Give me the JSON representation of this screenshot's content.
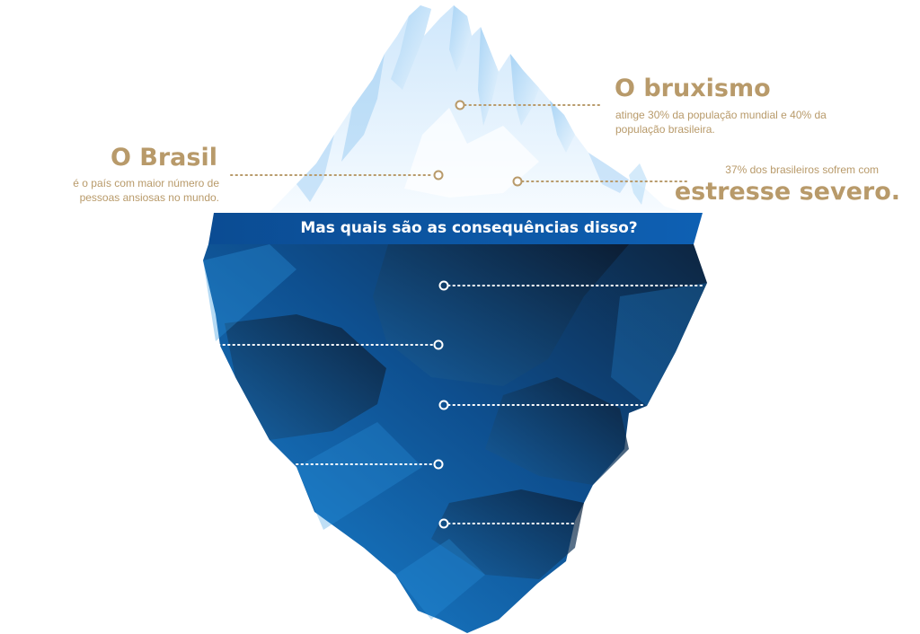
{
  "top_facts": {
    "brasil": {
      "title": "O Brasil",
      "description": "é o país com maior número de pessoas ansiosas no mundo."
    },
    "bruxismo": {
      "title": "O bruxismo",
      "description": "atinge 30% da população mundial e 40% da população brasileira."
    },
    "estresse": {
      "intro": "37% dos brasileiros sofrem com",
      "title": "estresse severo."
    }
  },
  "waterline": {
    "question": "Mas quais são as consequências disso?"
  },
  "colors": {
    "gold": "#b89a6a",
    "deep_blue": "#0d5aa7",
    "navy": "#0f2a4a",
    "ice": "#d8ecfb"
  }
}
